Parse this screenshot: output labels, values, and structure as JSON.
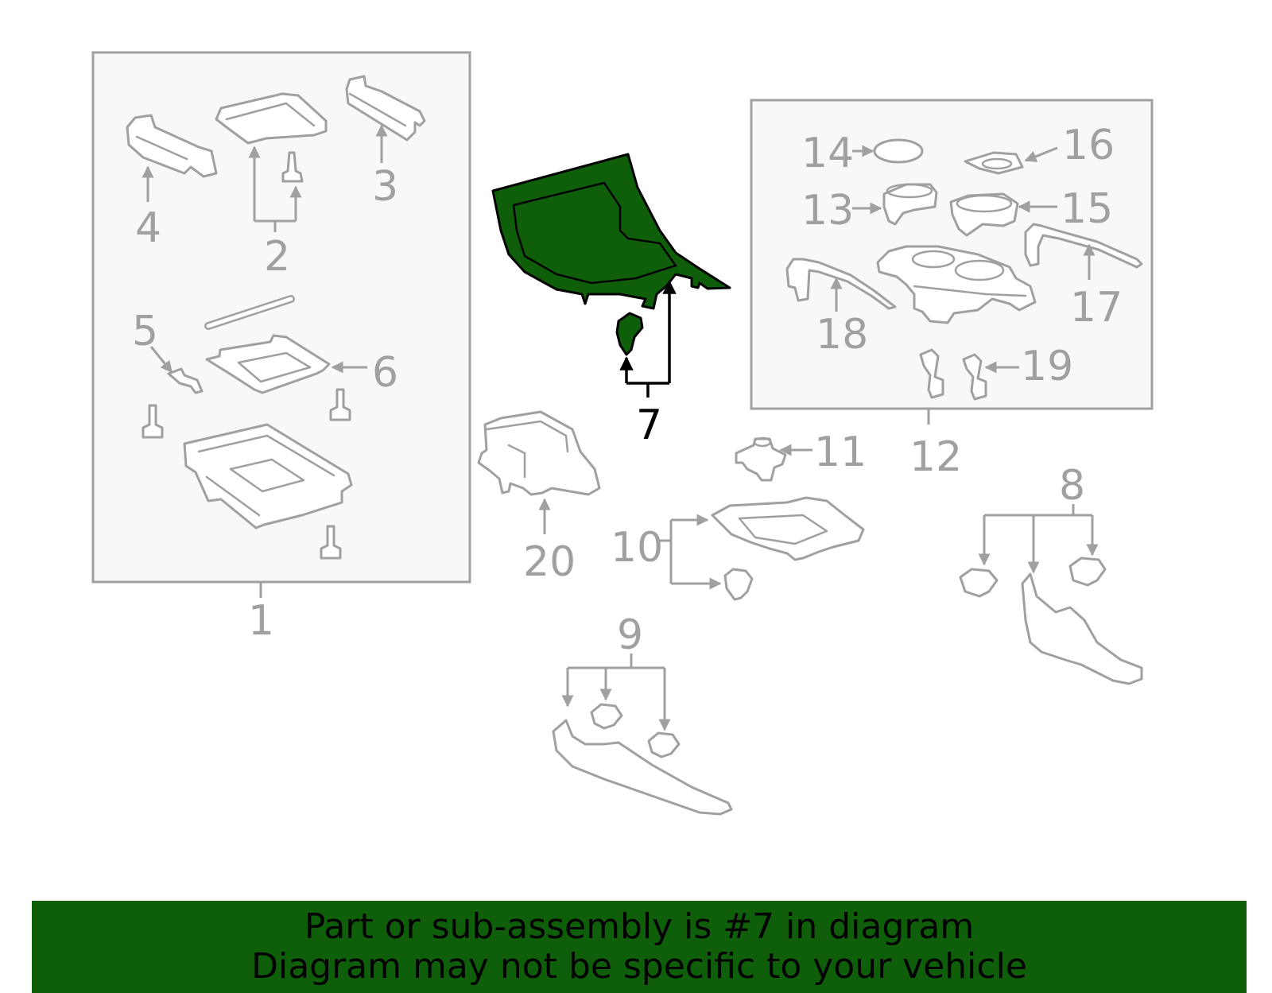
{
  "diagram": {
    "callouts": {
      "c1": "1",
      "c2": "2",
      "c3": "3",
      "c4": "4",
      "c5": "5",
      "c6": "6",
      "c7": "7",
      "c8": "8",
      "c9": "9",
      "c10": "10",
      "c11": "11",
      "c12": "12",
      "c13": "13",
      "c14": "14",
      "c15": "15",
      "c16": "16",
      "c17": "17",
      "c18": "18",
      "c19": "19",
      "c20": "20"
    },
    "highlighted_part": "7",
    "highlight_color": "#0f5f0a",
    "line_color": "#a0a0a0"
  },
  "footer": {
    "line1": "Part or sub-assembly is #7 in diagram",
    "line2": "Diagram may not be specific to your vehicle",
    "background_color": "#0f5f0a"
  }
}
